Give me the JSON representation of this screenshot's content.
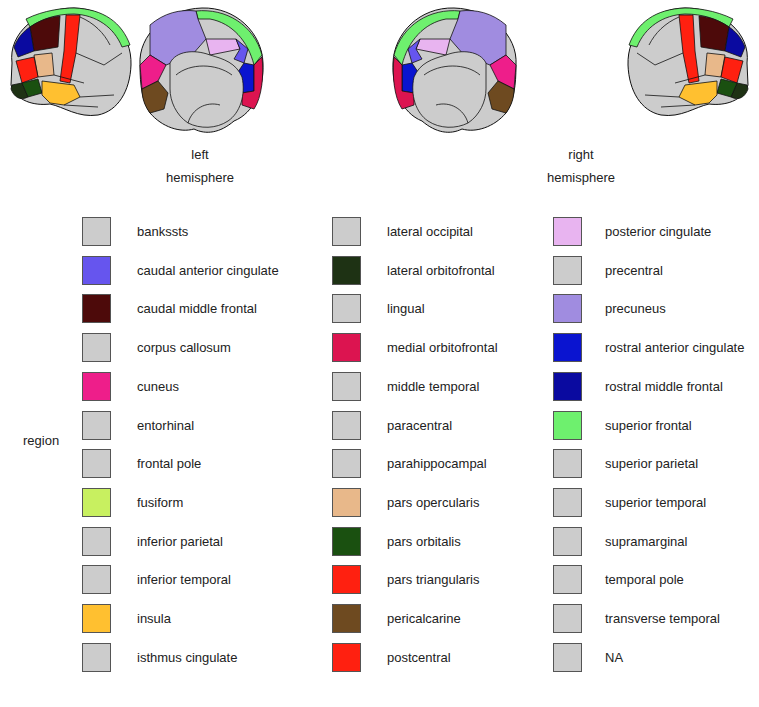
{
  "diagram": {
    "labels": [
      "left hemisphere",
      "right hemisphere",
      "region"
    ],
    "legend": [
      {
        "text": "bankssts",
        "color": "#cccccc"
      },
      {
        "text": "caudal anterior cingulate",
        "color": "#6655ee"
      },
      {
        "text": "caudal middle frontal",
        "color": "#4d0a0a"
      },
      {
        "text": "corpus callosum",
        "color": "#cccccc"
      },
      {
        "text": "cuneus",
        "color": "#ee1e8a"
      },
      {
        "text": "entorhinal",
        "color": "#cccccc"
      },
      {
        "text": "frontal pole",
        "color": "#cccccc"
      },
      {
        "text": "fusiform",
        "color": "#c8f060"
      },
      {
        "text": "inferior parietal",
        "color": "#cccccc"
      },
      {
        "text": "inferior temporal",
        "color": "#cccccc"
      },
      {
        "text": "insula",
        "color": "#ffc030"
      },
      {
        "text": "isthmus cingulate",
        "color": "#cccccc"
      },
      {
        "text": "lateral occipital",
        "color": "#cccccc"
      },
      {
        "text": "lateral orbitofrontal",
        "color": "#1e3214"
      },
      {
        "text": "lingual",
        "color": "#cccccc"
      },
      {
        "text": "medial orbitofrontal",
        "color": "#dc1450"
      },
      {
        "text": "middle temporal",
        "color": "#cccccc"
      },
      {
        "text": "paracentral",
        "color": "#cccccc"
      },
      {
        "text": "parahippocampal",
        "color": "#cccccc"
      },
      {
        "text": "pars opercularis",
        "color": "#e8b88a"
      },
      {
        "text": "pars orbitalis",
        "color": "#1a5010"
      },
      {
        "text": "pars triangularis",
        "color": "#ff2010"
      },
      {
        "text": "pericalcarine",
        "color": "#6e4a20"
      },
      {
        "text": "postcentral",
        "color": "#ff2010"
      },
      {
        "text": "posterior cingulate",
        "color": "#e8b4f0"
      },
      {
        "text": "precentral",
        "color": "#cccccc"
      },
      {
        "text": "precuneus",
        "color": "#a08ce0"
      },
      {
        "text": "rostral anterior cingulate",
        "color": "#0a14d0"
      },
      {
        "text": "rostral middle frontal",
        "color": "#0a0aa0"
      },
      {
        "text": "superior frontal",
        "color": "#6ef06e"
      },
      {
        "text": "superior parietal",
        "color": "#cccccc"
      },
      {
        "text": "superior temporal",
        "color": "#cccccc"
      },
      {
        "text": "supramarginal",
        "color": "#cccccc"
      },
      {
        "text": "temporal pole",
        "color": "#cccccc"
      },
      {
        "text": "transverse temporal",
        "color": "#cccccc"
      },
      {
        "text": "NA",
        "color": "#cccccc"
      }
    ]
  }
}
